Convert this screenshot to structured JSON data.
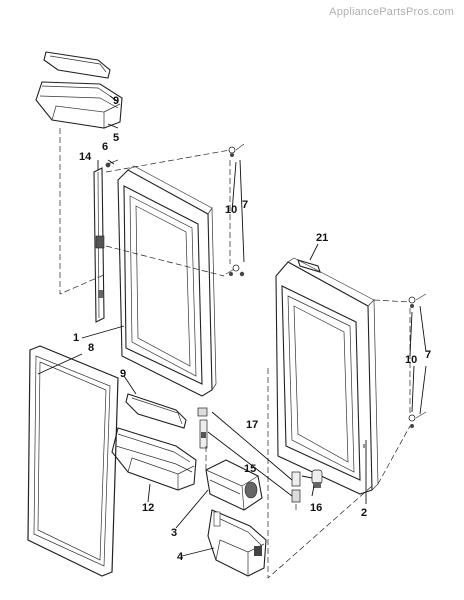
{
  "watermark": "AppliancePartsPros.com",
  "labels": {
    "p1": "1",
    "p2": "2",
    "p3": "3",
    "p4": "4",
    "p5": "5",
    "p6": "6",
    "p7a": "7",
    "p7b": "7",
    "p8": "8",
    "p9a": "9",
    "p9b": "9",
    "p10a": "10",
    "p10b": "10",
    "p12": "12",
    "p14": "14",
    "p15": "15",
    "p16": "16",
    "p17": "17",
    "p21": "21"
  }
}
